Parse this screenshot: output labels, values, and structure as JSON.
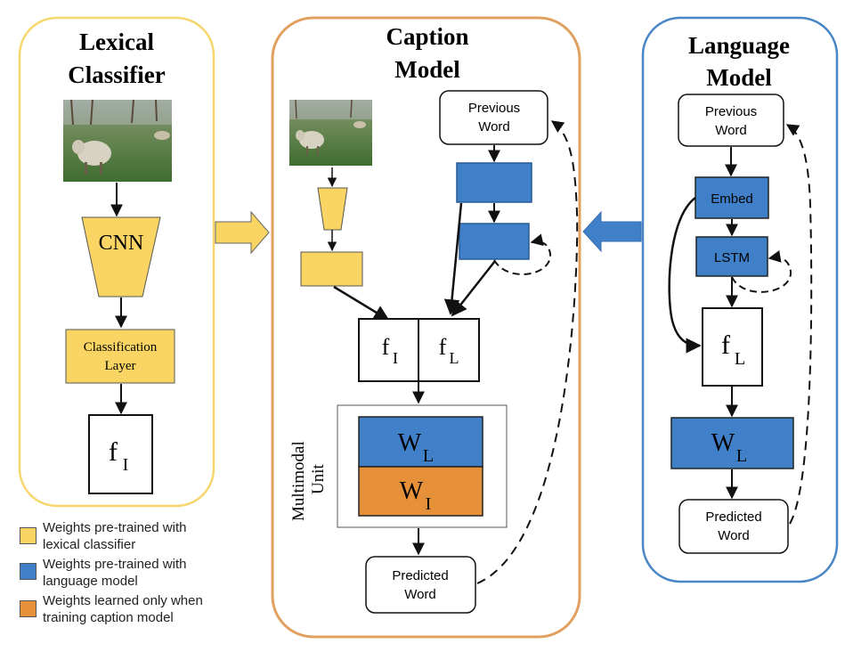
{
  "panels": {
    "lexical": {
      "title_line1": "Lexical",
      "title_line2": "Classifier",
      "border_color": "#f5d76e"
    },
    "caption": {
      "title_line1": "Caption",
      "title_line2": "Model",
      "border_color": "#e0a060"
    },
    "language": {
      "title_line1": "Language",
      "title_line2": "Model",
      "border_color": "#4a86c6"
    }
  },
  "lexical_classifier": {
    "cnn_label": "CNN",
    "classification_line1": "Classification",
    "classification_line2": "Layer",
    "feature_main": "f",
    "feature_sub": "I"
  },
  "caption_model": {
    "previous_word_line1": "Previous",
    "previous_word_line2": "Word",
    "fi_main": "f",
    "fi_sub": "I",
    "fl_main": "f",
    "fl_sub": "L",
    "multimodal_line1": "Multimodal",
    "multimodal_line2": "Unit",
    "wl_main": "W",
    "wl_sub": "L",
    "wi_main": "W",
    "wi_sub": "I",
    "predicted_word_line1": "Predicted",
    "predicted_word_line2": "Word"
  },
  "language_model": {
    "previous_word_line1": "Previous",
    "previous_word_line2": "Word",
    "embed_label": "Embed",
    "lstm_label": "LSTM",
    "fl_main": "f",
    "fl_sub": "L",
    "wl_main": "W",
    "wl_sub": "L",
    "predicted_word_line1": "Predicted",
    "predicted_word_line2": "Word"
  },
  "legend": [
    {
      "color": "#fbd563",
      "line1": "Weights pre-trained with",
      "line2": "lexical classifier"
    },
    {
      "color": "#3f80c8",
      "line1": "Weights pre-trained with",
      "line2": "language model"
    },
    {
      "color": "#e6913a",
      "line1": "Weights learned only when",
      "line2": "training caption model"
    }
  ],
  "colors": {
    "yellow": "#fbd563",
    "blue": "#3f80c8",
    "orange": "#e6913a",
    "grass": "#4e7d3a"
  }
}
